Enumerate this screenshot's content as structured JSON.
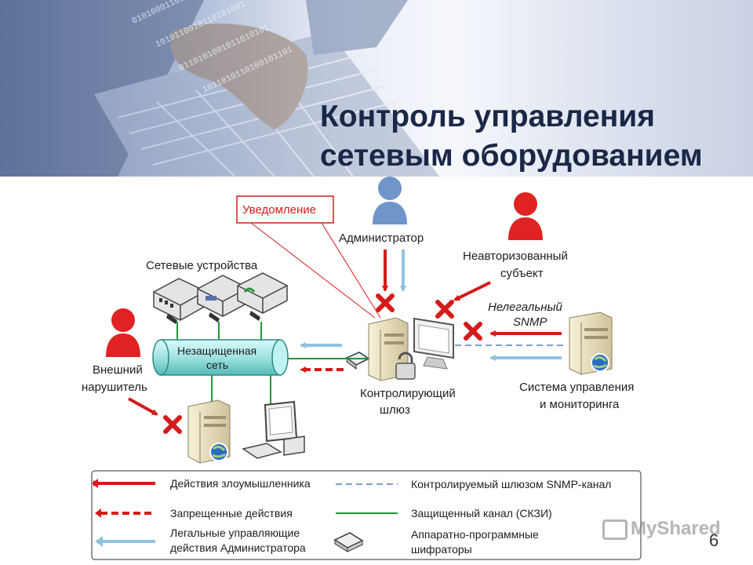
{
  "title": {
    "line1": "Контроль управления",
    "line2": "сетевым оборудованием"
  },
  "notification": "Уведомление",
  "administrator": "Администратор",
  "unauthorized": {
    "line1": "Неавторизованный",
    "line2": "субъект"
  },
  "network_devices": "Сетевые устройства",
  "illegal_snmp": {
    "line1": "Нелегальный",
    "line2": "SNMP"
  },
  "unprotected_net": {
    "line1": "Незащищенная",
    "line2": "сеть"
  },
  "external_intruder": {
    "line1": "Внешний",
    "line2": "нарушитель"
  },
  "gateway": {
    "line1": "Контролирующий",
    "line2": "шлюз"
  },
  "mgmt_system": {
    "line1": "Система управления",
    "line2": "и мониторинга"
  },
  "legend": {
    "intruder_actions": "Действия злоумышленника",
    "forbidden_actions": "Запрещенные действия",
    "legal_admin_line1": "Легальные управляющие",
    "legal_admin_line2": "действия Администратора",
    "snmp_channel": "Контролируемый шлюзом SNMP-канал",
    "protected_channel": "Защищенный канал (СКЗИ)",
    "encryptors_line1": "Аппаратно-программные",
    "encryptors_line2": "шифраторы"
  },
  "watermark": "MyShared",
  "page_number": "6",
  "colors": {
    "red": "#d41b1b",
    "blue_arrow": "#8fc3df",
    "dashed_blue": "#7b9fd3",
    "green": "#1f9a3b",
    "title": "#1a2747",
    "pipe": "#9fe3e1"
  }
}
